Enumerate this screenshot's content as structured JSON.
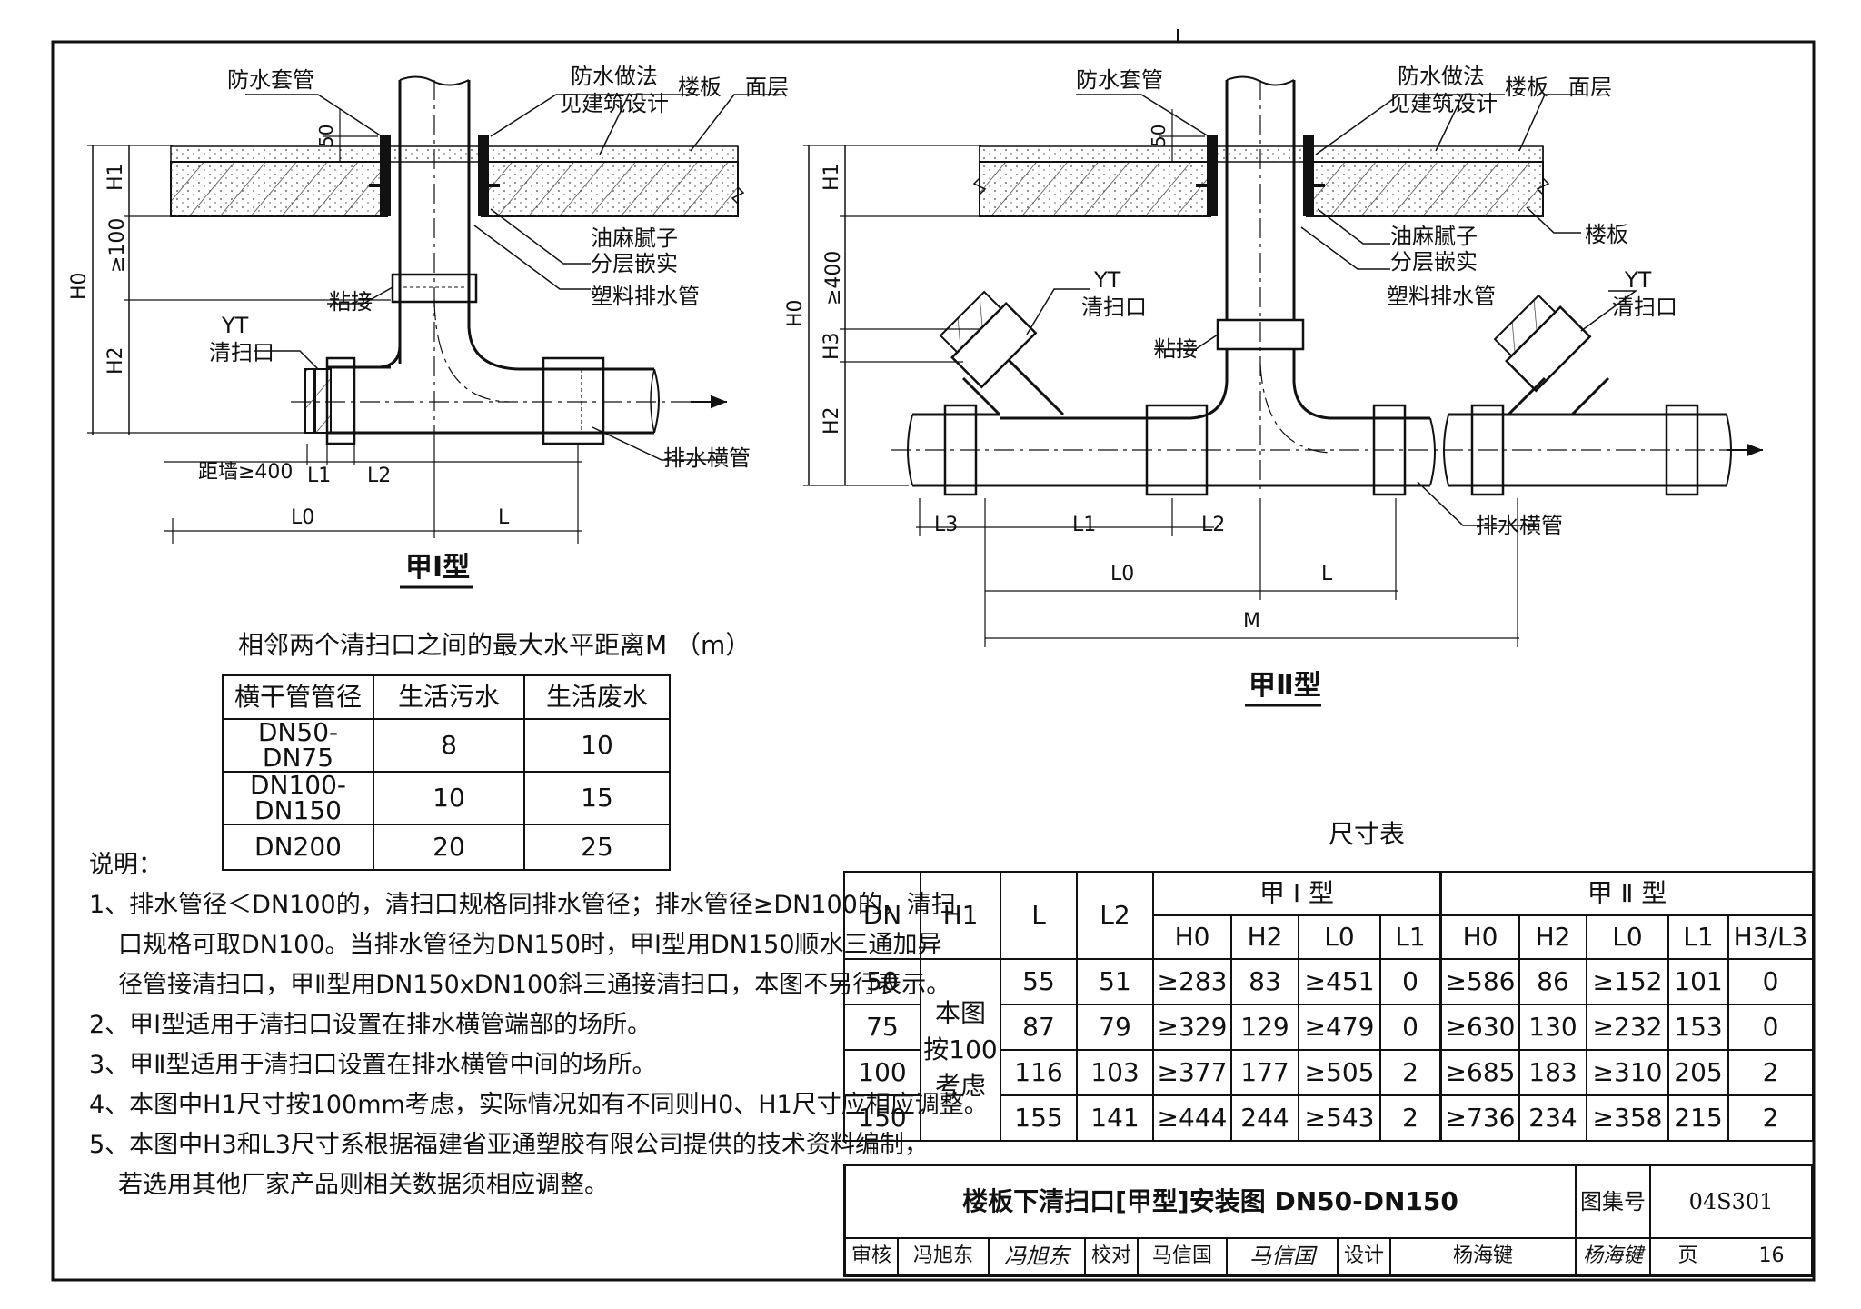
{
  "fig1": {
    "caption": "甲Ⅰ型",
    "labels": {
      "sleeve": "防水套管",
      "waterproof1": "防水做法",
      "waterproof2": "见建筑设计",
      "slab": "楼板",
      "surface": "面层",
      "putty1": "油麻腻子",
      "putty2": "分层嵌实",
      "pipe": "塑料排水管",
      "glue": "粘接",
      "yt": "YT",
      "cleanout": "清扫口",
      "hpipe": "排水横管",
      "dim50": "50",
      "h1": "H1",
      "ge100": "≥100",
      "h0": "H0",
      "h2": "H2",
      "wall": "距墙≥400",
      "l1": "L1",
      "l2": "L2",
      "l0": "L0",
      "l": "L"
    }
  },
  "fig2": {
    "caption": "甲Ⅱ型",
    "labels": {
      "sleeve": "防水套管",
      "waterproof1": "防水做法",
      "waterproof2": "见建筑设计",
      "slab": "楼板",
      "surface": "面层",
      "putty1": "油麻腻子",
      "putty2": "分层嵌实",
      "pipe": "塑料排水管",
      "slab2": "楼板",
      "glue": "粘接",
      "yt_left": "YT",
      "cleanout_left": "清扫口",
      "yt_right": "YT",
      "cleanout_right": "清扫口",
      "hpipe": "排水横管",
      "dim50": "50",
      "h1": "H1",
      "ge400": "≥400",
      "h0": "H0",
      "h3": "H3",
      "h2": "H2",
      "l3": "L3",
      "l1": "L1",
      "l2": "L2",
      "l0": "L0",
      "l": "L",
      "m": "M"
    }
  },
  "distance_table": {
    "caption": "相邻两个清扫口之间的最大水平距离M （m）",
    "headers": [
      "横干管管径",
      "生活污水",
      "生活废水"
    ],
    "rows": [
      [
        "DN50-DN75",
        "8",
        "10"
      ],
      [
        "DN100-DN150",
        "10",
        "15"
      ],
      [
        "DN200",
        "20",
        "25"
      ]
    ]
  },
  "notes": {
    "heading": "说明：",
    "items": [
      "1、排水管径＜DN100的，清扫口规格同排水管径；排水管径≥DN100的，清扫",
      "口规格可取DN100。当排水管径为DN150时，甲Ⅰ型用DN150顺水三通加异",
      "径管接清扫口，甲Ⅱ型用DN150xDN100斜三通接清扫口，本图不另行表示。",
      "2、甲Ⅰ型适用于清扫口设置在排水横管端部的场所。",
      "3、甲Ⅱ型适用于清扫口设置在排水横管中间的场所。",
      "4、本图中H1尺寸按100mm考虑，实际情况如有不同则H0、H1尺寸应相应调整。",
      "5、本图中H3和L3尺寸系根据福建省亚通塑胶有限公司提供的技术资料编制，",
      "若选用其他厂家产品则相关数据须相应调整。"
    ]
  },
  "dim_table": {
    "caption": "尺寸表",
    "group1": "甲 Ⅰ 型",
    "group2": "甲 Ⅱ 型",
    "head": {
      "dn": "DN",
      "h1": "H1",
      "l": "L",
      "l2": "L2",
      "sub": [
        "H0",
        "H2",
        "L0",
        "L1",
        "H0",
        "H2",
        "L0",
        "L1",
        "H3/L3"
      ]
    },
    "h1_value_lines": [
      "本图",
      "按100",
      "考虑"
    ],
    "rows": [
      [
        "50",
        "55",
        "51",
        "≥283",
        "83",
        "≥451",
        "0",
        "≥586",
        "86",
        "≥152",
        "101",
        "0"
      ],
      [
        "75",
        "87",
        "79",
        "≥329",
        "129",
        "≥479",
        "0",
        "≥630",
        "130",
        "≥232",
        "153",
        "0"
      ],
      [
        "100",
        "116",
        "103",
        "≥377",
        "177",
        "≥505",
        "2",
        "≥685",
        "183",
        "≥310",
        "205",
        "2"
      ],
      [
        "150",
        "155",
        "141",
        "≥444",
        "244",
        "≥543",
        "2",
        "≥736",
        "234",
        "≥358",
        "215",
        "2"
      ]
    ]
  },
  "title_block": {
    "title": "楼板下清扫口[甲型]安装图 DN50-DN150",
    "atlas_label": "图集号",
    "atlas_no": "04S301",
    "review_label": "审核",
    "reviewer": "冯旭东",
    "reviewer_sig": "冯旭东",
    "check_label": "校对",
    "checker": "马信国",
    "checker_sig": "马信国",
    "design_label": "设计",
    "designer": "杨海键",
    "designer_sig": "杨海键",
    "page_label": "页",
    "page_no": "16"
  }
}
